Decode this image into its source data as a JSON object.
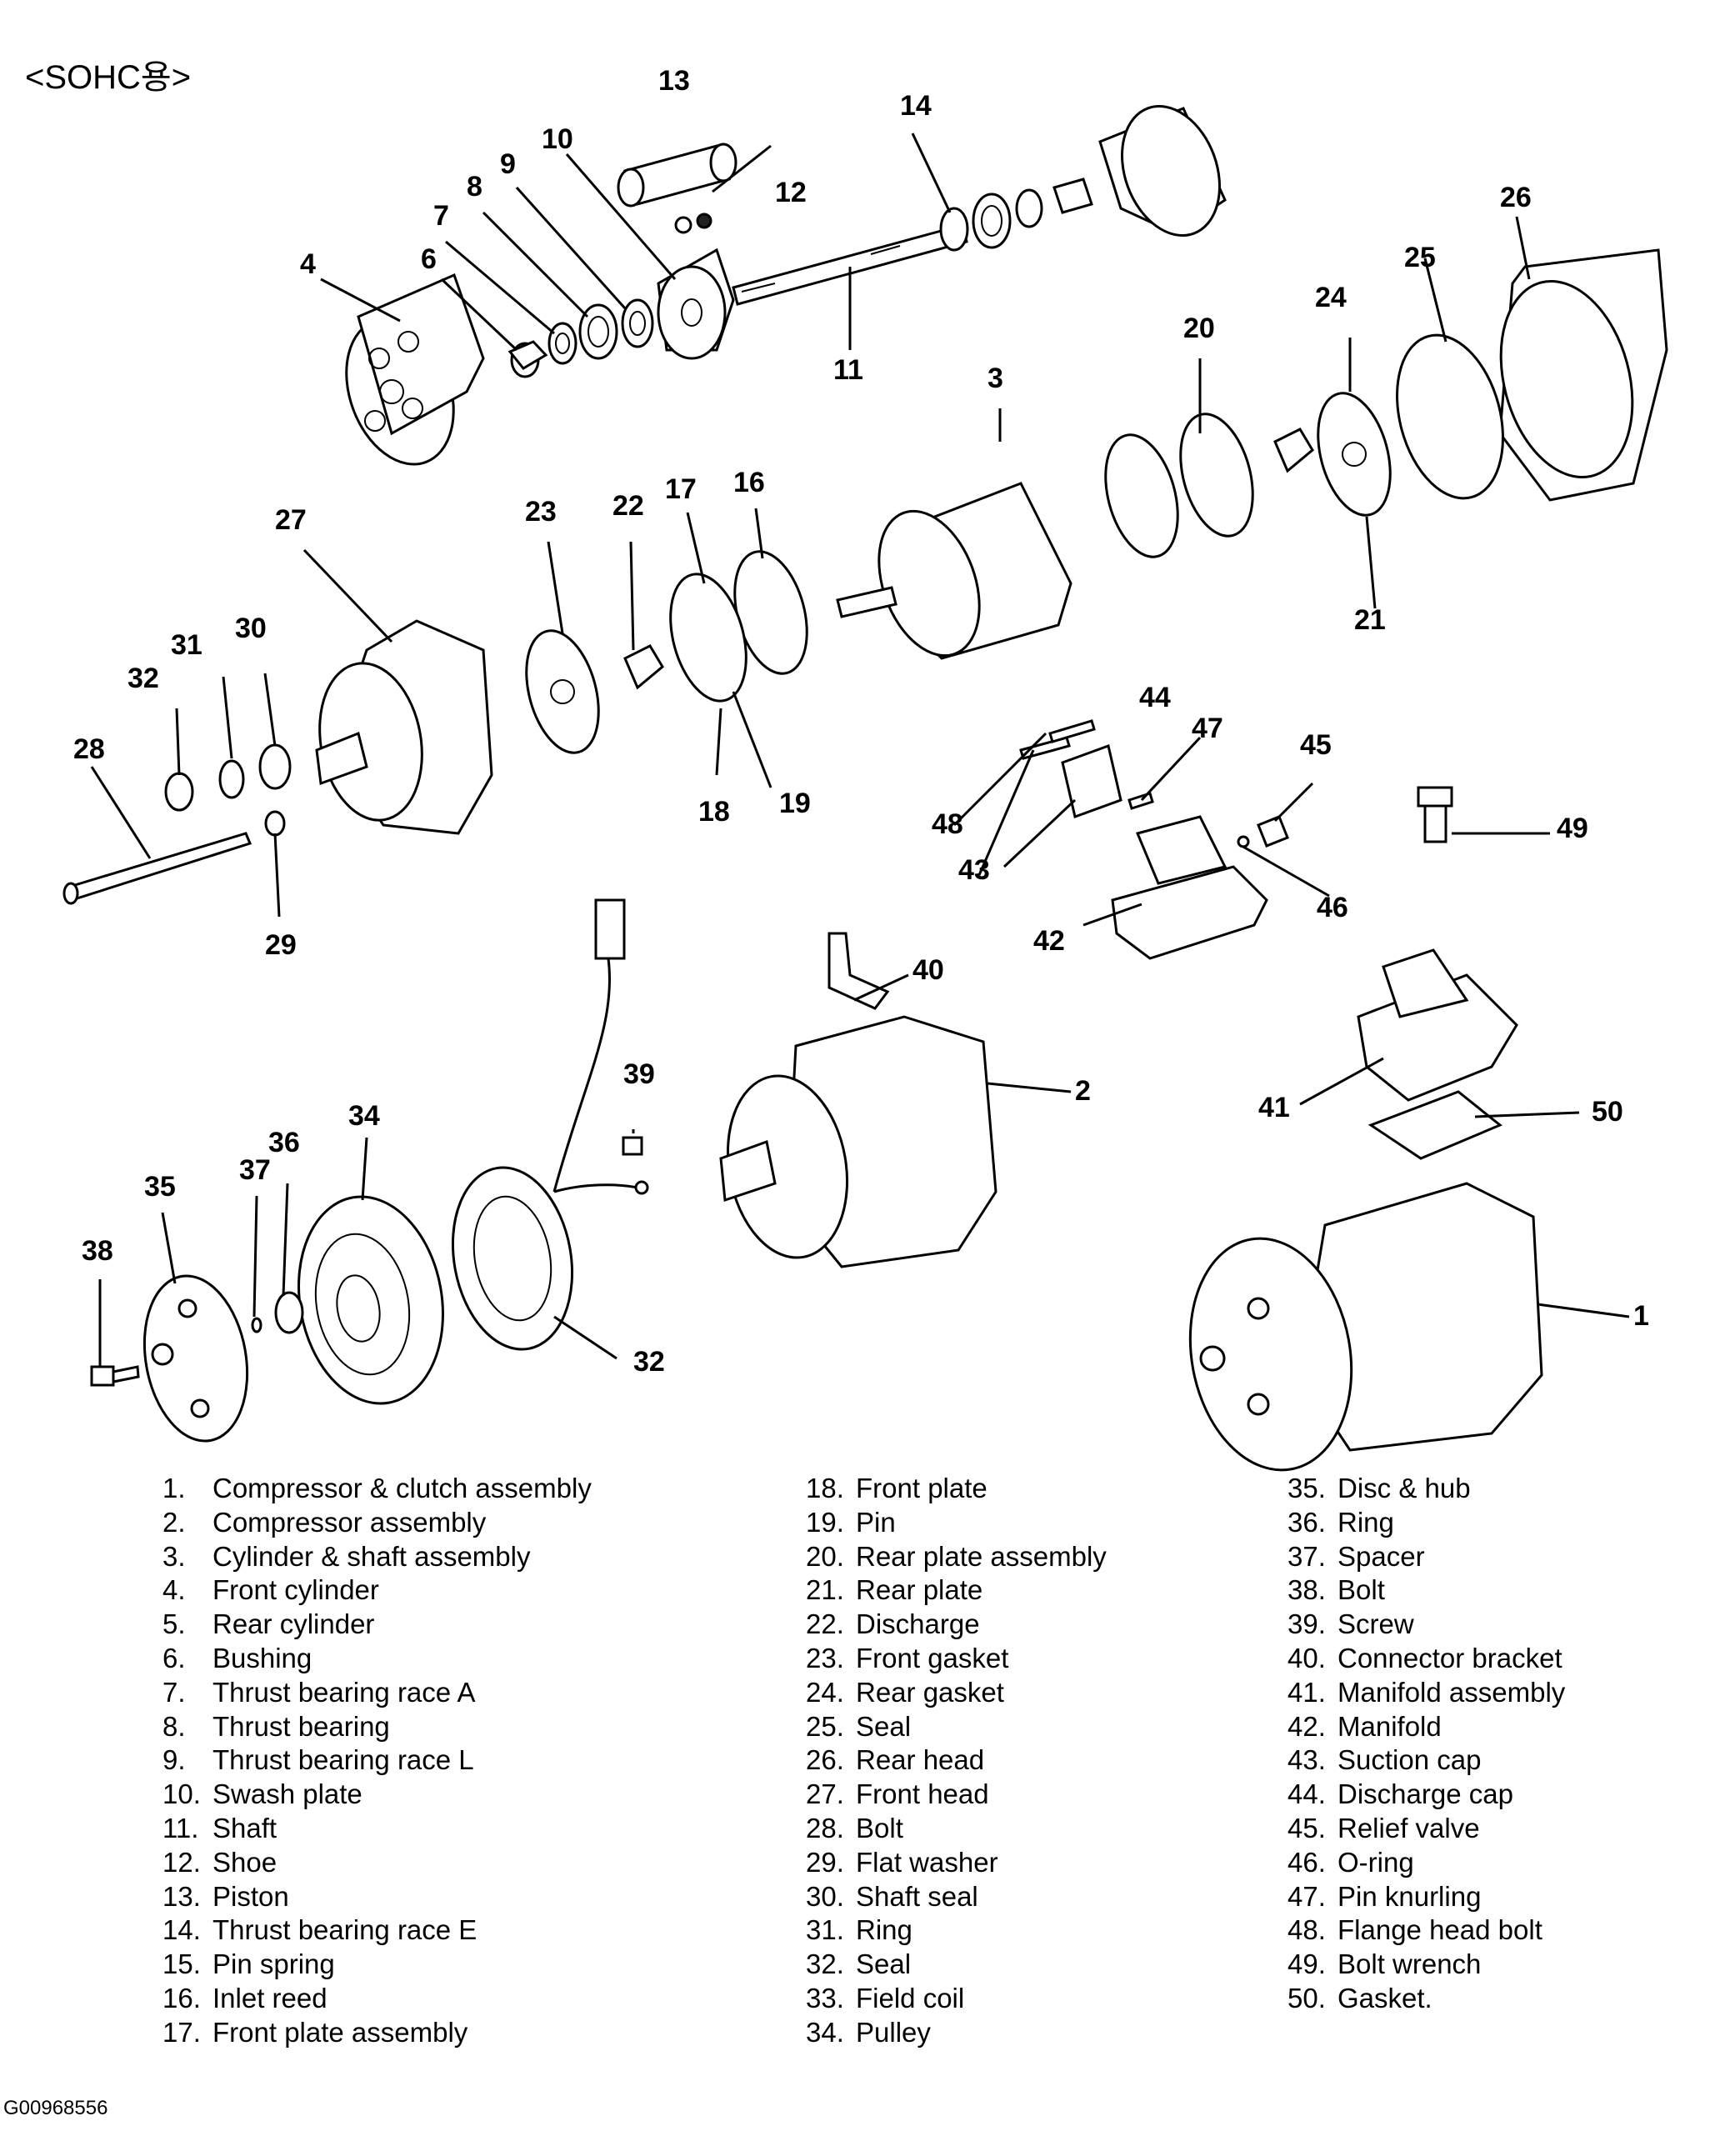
{
  "title": "<SOHC용>",
  "figure_id": "G00968556",
  "callouts": [
    "1",
    "2",
    "3",
    "4",
    "6",
    "7",
    "8",
    "9",
    "10",
    "11",
    "12",
    "13",
    "14",
    "16",
    "17",
    "18",
    "19",
    "20",
    "21",
    "22",
    "23",
    "24",
    "25",
    "26",
    "27",
    "28",
    "29",
    "30",
    "31",
    "32",
    "32",
    "34",
    "35",
    "36",
    "37",
    "38",
    "39",
    "40",
    "41",
    "42",
    "43",
    "44",
    "45",
    "46",
    "47",
    "48",
    "49",
    "50"
  ],
  "legend": {
    "col1": [
      {
        "num": "1.",
        "label": "Compressor & clutch assembly"
      },
      {
        "num": "2.",
        "label": "Compressor assembly"
      },
      {
        "num": "3.",
        "label": "Cylinder & shaft assembly"
      },
      {
        "num": "4.",
        "label": "Front cylinder"
      },
      {
        "num": "5.",
        "label": "Rear cylinder"
      },
      {
        "num": "6.",
        "label": "Bushing"
      },
      {
        "num": "7.",
        "label": "Thrust bearing race A"
      },
      {
        "num": "8.",
        "label": "Thrust bearing"
      },
      {
        "num": "9.",
        "label": "Thrust bearing race L"
      },
      {
        "num": "10.",
        "label": "Swash plate"
      },
      {
        "num": "11.",
        "label": "Shaft"
      },
      {
        "num": "12.",
        "label": "Shoe"
      },
      {
        "num": "13.",
        "label": "Piston"
      },
      {
        "num": "14.",
        "label": "Thrust bearing race E"
      },
      {
        "num": "15.",
        "label": "Pin spring"
      },
      {
        "num": "16.",
        "label": "Inlet reed"
      },
      {
        "num": "17.",
        "label": "Front plate assembly"
      }
    ],
    "col2": [
      {
        "num": "18.",
        "label": "Front plate"
      },
      {
        "num": "19.",
        "label": "Pin"
      },
      {
        "num": "20.",
        "label": "Rear plate assembly"
      },
      {
        "num": "21.",
        "label": "Rear plate"
      },
      {
        "num": "22.",
        "label": "Discharge"
      },
      {
        "num": "23.",
        "label": "Front gasket"
      },
      {
        "num": "24.",
        "label": "Rear gasket"
      },
      {
        "num": "25.",
        "label": "Seal"
      },
      {
        "num": "26.",
        "label": "Rear head"
      },
      {
        "num": "27.",
        "label": "Front head"
      },
      {
        "num": "28.",
        "label": "Bolt"
      },
      {
        "num": "29.",
        "label": "Flat washer"
      },
      {
        "num": "30.",
        "label": "Shaft seal"
      },
      {
        "num": "31.",
        "label": "Ring"
      },
      {
        "num": "32.",
        "label": "Seal"
      },
      {
        "num": "33.",
        "label": "Field coil"
      },
      {
        "num": "34.",
        "label": "Pulley"
      }
    ],
    "col3": [
      {
        "num": "35.",
        "label": "Disc & hub"
      },
      {
        "num": "36.",
        "label": "Ring"
      },
      {
        "num": "37.",
        "label": "Spacer"
      },
      {
        "num": "38.",
        "label": "Bolt"
      },
      {
        "num": "39.",
        "label": "Screw"
      },
      {
        "num": "40.",
        "label": "Connector bracket"
      },
      {
        "num": "41.",
        "label": "Manifold assembly"
      },
      {
        "num": "42.",
        "label": "Manifold"
      },
      {
        "num": "43.",
        "label": "Suction cap"
      },
      {
        "num": "44.",
        "label": "Discharge cap"
      },
      {
        "num": "45.",
        "label": "Relief valve"
      },
      {
        "num": "46.",
        "label": "O-ring"
      },
      {
        "num": "47.",
        "label": "Pin knurling"
      },
      {
        "num": "48.",
        "label": "Flange head bolt"
      },
      {
        "num": "49.",
        "label": "Bolt wrench"
      },
      {
        "num": "50.",
        "label": "Gasket."
      }
    ]
  }
}
